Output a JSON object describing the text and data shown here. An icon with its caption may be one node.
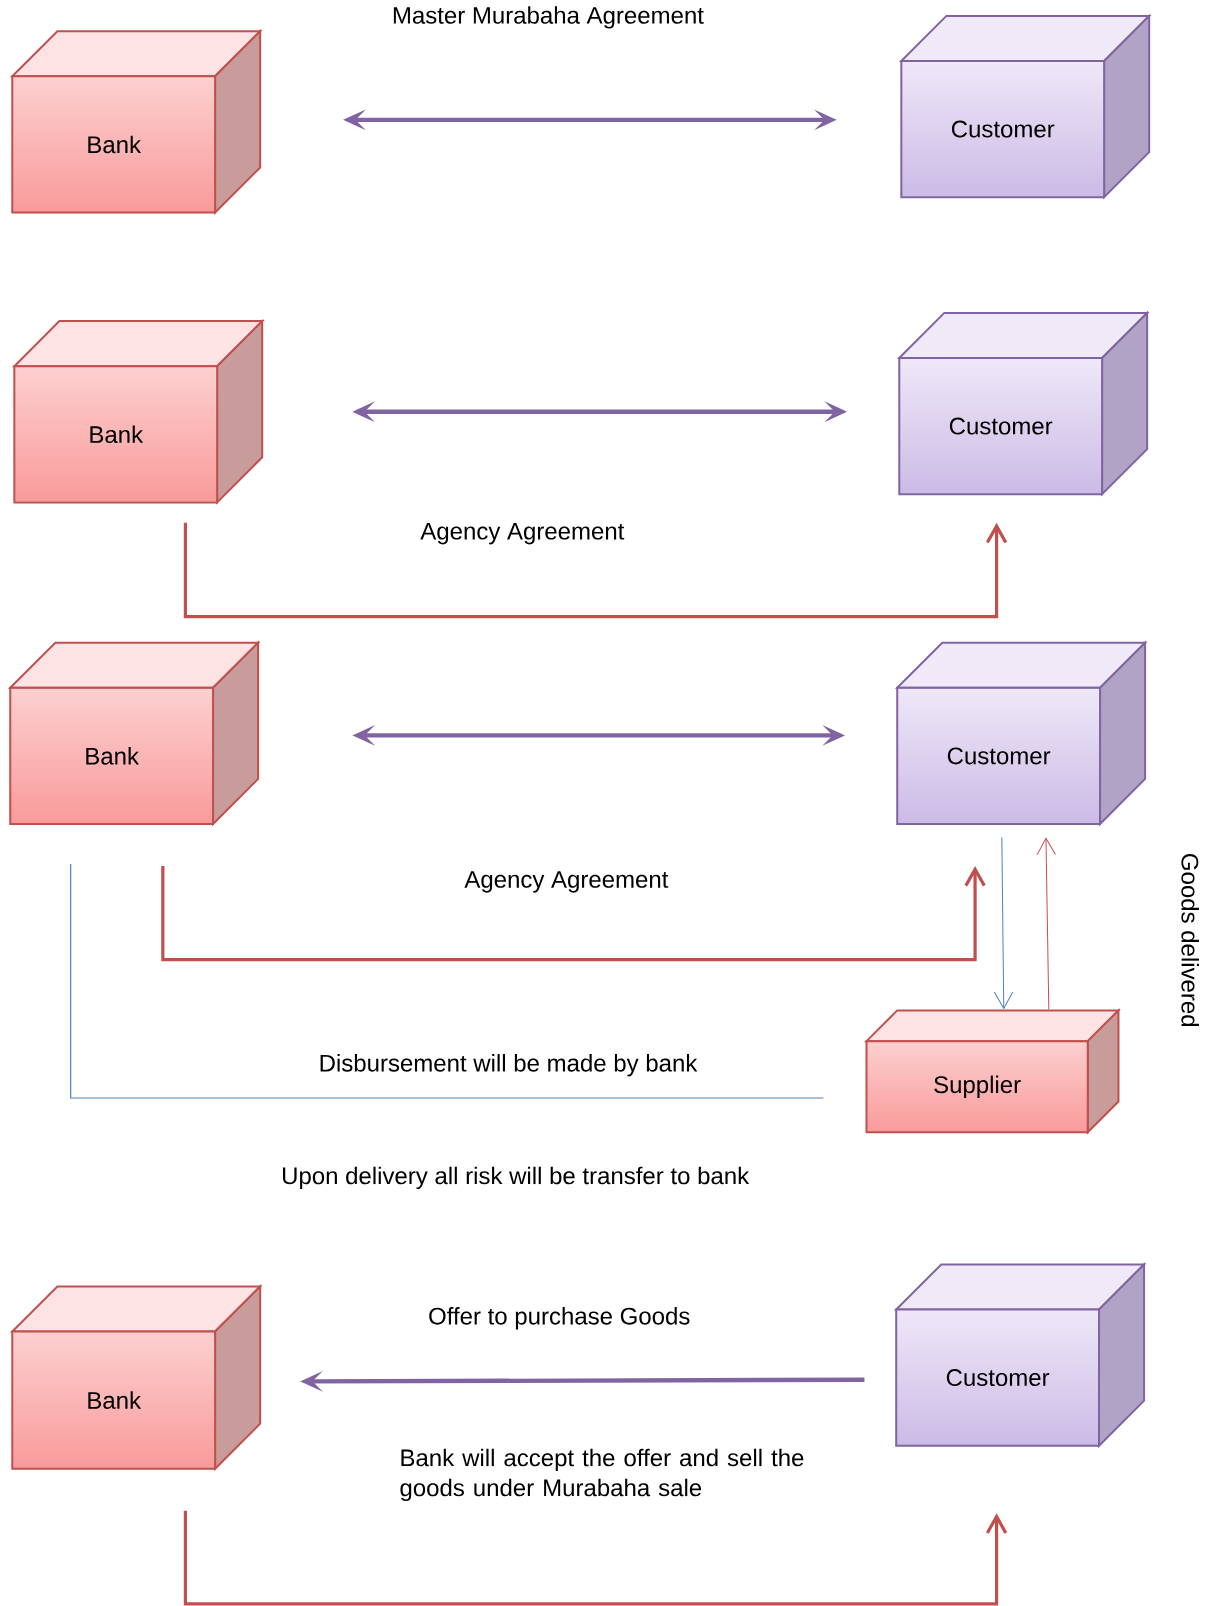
{
  "diagram": {
    "nodes": [
      {
        "text": [
          "Bank"
        ]
      },
      {
        "text": [
          "Customer"
        ]
      },
      {
        "text": [
          "Bank"
        ]
      },
      {
        "text": [
          "Customer"
        ]
      },
      {
        "text": [
          "Bank"
        ]
      },
      {
        "text": [
          "Customer"
        ]
      },
      {
        "text": [
          "Supplier"
        ]
      },
      {
        "text": [
          "Bank"
        ]
      },
      {
        "text": [
          "Customer"
        ]
      }
    ],
    "edges": [
      {
        "from": 0,
        "to": 1,
        "arrow": "both",
        "label": "Master Murabaha Agreement",
        "color": "#8064a2"
      },
      {
        "from": 2,
        "to": 3,
        "arrow": "both",
        "color": "#8064a2"
      },
      {
        "from": 2,
        "to": 3,
        "arrow": "to",
        "label": "Agency Agreement",
        "color": "#c0504d"
      },
      {
        "from": 4,
        "to": 5,
        "arrow": "both",
        "color": "#8064a2"
      },
      {
        "from": 4,
        "to": 5,
        "arrow": "to",
        "label": "Agency Agreement",
        "color": "#c0504d"
      },
      {
        "from": 5,
        "to": 6,
        "arrow": "to",
        "color": "#4f81bd"
      },
      {
        "from": 6,
        "to": 5,
        "arrow": "to",
        "color": "#c0504d"
      },
      {
        "from": 4,
        "to": null,
        "arrow": "none",
        "label": "Disbursement will be made by bank",
        "color": "#4f81bd"
      },
      {
        "from": 8,
        "to": 7,
        "arrow": "to",
        "label": "Offer to purchase Goods",
        "color": "#8064a2"
      },
      {
        "from": 7,
        "to": 8,
        "arrow": "to",
        "label": "Bank will accept the offer and sell the goods under Murabaha sale",
        "color": "#c0504d"
      }
    ],
    "labels": [
      "Goods delivered",
      "Upon delivery all risk will be transfer to bank"
    ]
  }
}
